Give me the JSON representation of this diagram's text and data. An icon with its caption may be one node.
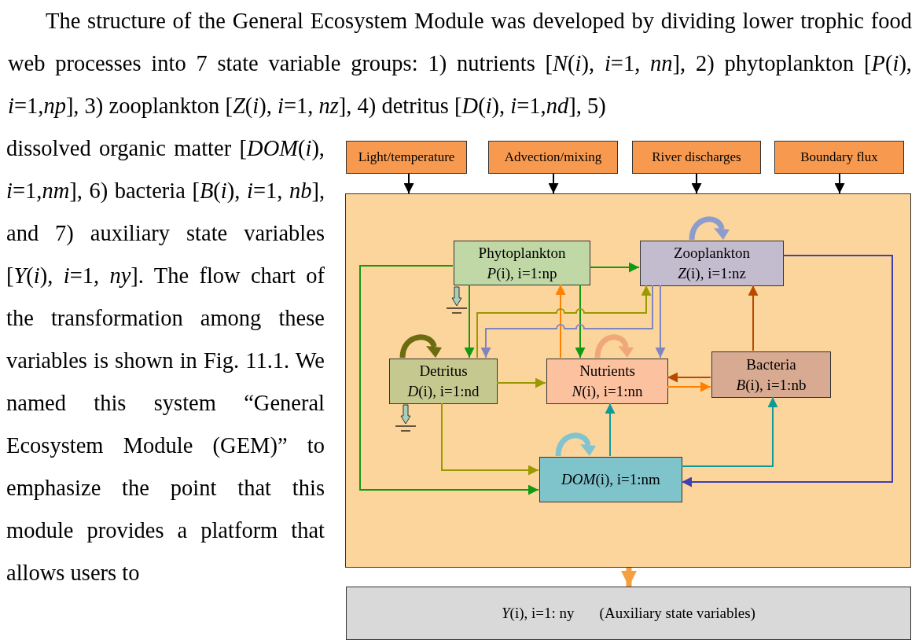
{
  "diagram": {
    "nodes": [
      {
        "text": [
          "Light/temperature"
        ]
      },
      {
        "text": [
          "Advection/mixing"
        ]
      },
      {
        "text": [
          "River discharges"
        ]
      },
      {
        "text": [
          "Boundary flux"
        ]
      },
      {
        "text": [],
        "shape": "box"
      },
      {
        "text": [
          "Phytoplankton",
          "*P*(i), i=1:np"
        ],
        "in": 4
      },
      {
        "text": [
          "Zooplankton",
          "*Z*(i), i=1:nz"
        ],
        "in": 4
      },
      {
        "text": [
          "Detritus",
          "*D*(i), i=1:nd"
        ],
        "in": 4
      },
      {
        "text": [
          "Nutrients",
          "*N*(i), i=1:nn"
        ],
        "in": 4
      },
      {
        "text": [
          "Bacteria",
          "*B*(i), i=1:nb"
        ],
        "in": 4
      },
      {
        "text": [
          "*DOM*(i), i=1:nm"
        ],
        "in": 4
      },
      {
        "text": [
          "*Y*(i), i=1: ny",
          "(Auxiliary state variables)"
        ]
      }
    ],
    "edges": [
      {
        "from": 0,
        "to": 4,
        "arrow": "to"
      },
      {
        "from": 1,
        "to": 4,
        "arrow": "to"
      },
      {
        "from": 2,
        "to": 4,
        "arrow": "to"
      },
      {
        "from": 3,
        "to": 4,
        "arrow": "to"
      },
      {
        "from": 5,
        "to": 6,
        "arrow": "to",
        "color": "#119911"
      },
      {
        "from": 5,
        "to": 10,
        "arrow": "to",
        "color": "#119911"
      },
      {
        "from": 5,
        "to": 7,
        "arrow": "to",
        "color": "#119911"
      },
      {
        "from": 5,
        "to": 8,
        "arrow": "to",
        "color": "#119911"
      },
      {
        "from": 8,
        "to": 5,
        "arrow": "to",
        "color": "#ff8000"
      },
      {
        "from": 7,
        "to": 6,
        "arrow": "to",
        "color": "#999900"
      },
      {
        "from": 6,
        "to": 7,
        "arrow": "to",
        "color": "#7f85bf"
      },
      {
        "from": 6,
        "to": 8,
        "arrow": "to",
        "color": "#7f85bf"
      },
      {
        "from": 7,
        "to": 8,
        "arrow": "to",
        "color": "#999900"
      },
      {
        "from": 9,
        "to": 8,
        "arrow": "to",
        "color": "#b84a00"
      },
      {
        "from": 8,
        "to": 9,
        "arrow": "to",
        "color": "#ff8000"
      },
      {
        "from": 9,
        "to": 6,
        "arrow": "to",
        "color": "#b84a00"
      },
      {
        "from": 7,
        "to": 10,
        "arrow": "to",
        "color": "#999900"
      },
      {
        "from": 10,
        "to": 8,
        "arrow": "to",
        "color": "#119999"
      },
      {
        "from": 10,
        "to": 9,
        "arrow": "to",
        "color": "#119999"
      },
      {
        "from": 6,
        "to": 10,
        "arrow": "to",
        "color": "#4040b0"
      },
      {
        "from": 4,
        "to": 11,
        "arrow": "to",
        "style": "thick",
        "color": "#f4a040"
      }
    ],
    "labels": [
      "The structure of the General Ecosystem Module was developed by dividing lower trophic food web processes into 7 state variable groups: 1) nutrients [*N*(*i*), *i*=1, *nn*], 2) phytoplankton [*P*(*i*), *i*=1,*np*], 3) zooplankton [*Z*(*i*), *i*=1, *nz*], 4) detritus [*D*(*i*), *i*=1,*nd*], 5)",
      "dissolved organic matter [*DOM*(*i*), *i*=1,*nm*], 6) bacteria [*B*(*i*), *i*=1, *nb*], and 7) auxiliary state variables [*Y*(*i*), *i*=1, *ny*]. The flow chart of the transformation among these variables is shown in Fig. 11.1. We named this system “General Ecosystem Module (GEM)” to emphasize the point that this module provides a platform that allows users to"
    ]
  }
}
